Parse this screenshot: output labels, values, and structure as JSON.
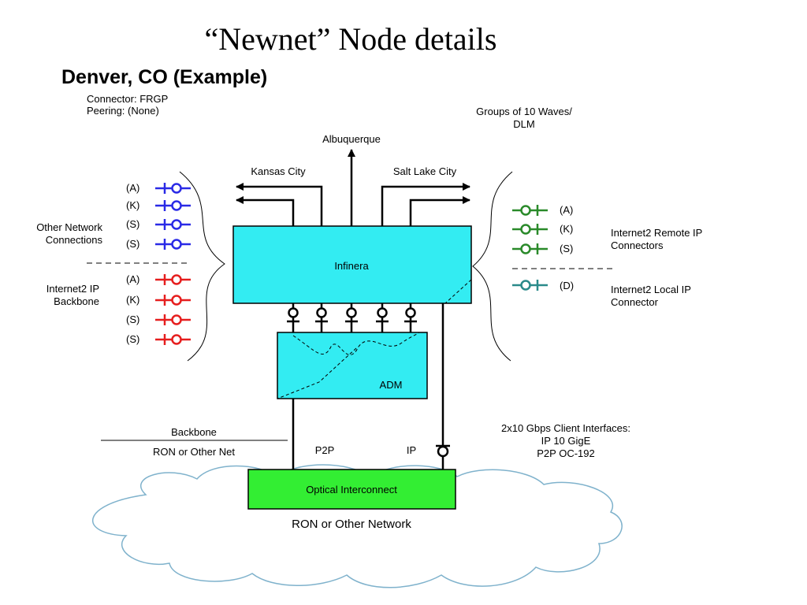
{
  "title": "“Newnet” Node details",
  "diagram": {
    "heading": "Denver, CO (Example)",
    "connector_line": "Connector:  FRGP",
    "peering_line": "Peering:  (None)",
    "groups_line1": "Groups of 10 Waves/",
    "groups_line2": "DLM",
    "destinations": {
      "albuquerque": "Albuquerque",
      "kansas_city": "Kansas City",
      "salt_lake_city": "Salt Lake City"
    },
    "left_groups": {
      "other_network_line1": "Other Network",
      "other_network_line2": "Connections",
      "backbone_line1": "Internet2 IP",
      "backbone_line2": "Backbone"
    },
    "other_network_codes": [
      "(A)",
      "(K)",
      "(S)",
      "(S)"
    ],
    "backbone_codes": [
      "(A)",
      "(K)",
      "(S)",
      "(S)"
    ],
    "remote_codes": [
      "(A)",
      "(K)",
      "(S)"
    ],
    "local_codes": [
      "(D)"
    ],
    "right_groups": {
      "remote_line1": "Internet2 Remote IP",
      "remote_line2": "Connectors",
      "local_line1": "Internet2 Local IP",
      "local_line2": "Connector"
    },
    "boxes": {
      "infinera": "Infinera",
      "adm": "ADM",
      "optical": "Optical Interconnect"
    },
    "backbone_label": "Backbone",
    "ron_label": "RON or Other Net",
    "p2p_label": "P2P",
    "ip_label": "IP",
    "client_line1": "2x10 Gbps Client Interfaces:",
    "client_line2": "IP 10 GigE",
    "client_line3": "P2P OC-192",
    "cloud_label": "RON or Other Network",
    "colors": {
      "other_network": "#2a2ae6",
      "backbone": "#e61e1e",
      "remote": "#2a8a2a",
      "local": "#2a8a8a",
      "infinera_fill": "#33ecf2",
      "adm_fill": "#33ecf2",
      "optical_fill": "#33ee33",
      "cloud_stroke": "#7fb2cc"
    }
  }
}
